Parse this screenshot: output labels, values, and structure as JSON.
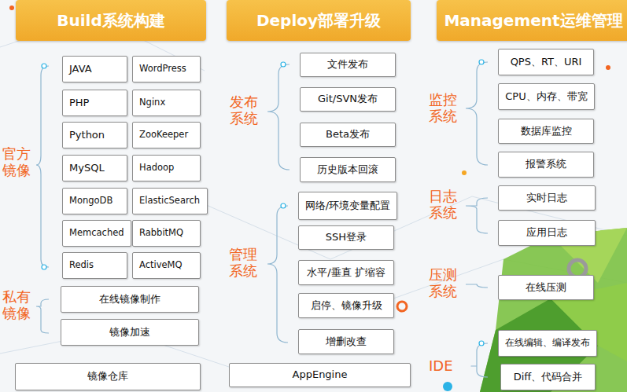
{
  "diagram": {
    "nodes": [
      {
        "text": [
          "Build系统构建"
        ]
      },
      {
        "text": [
          "Deploy部署升级"
        ]
      },
      {
        "text": [
          "Management运维管理"
        ]
      },
      {
        "text": [
          "JAVA"
        ]
      },
      {
        "text": [
          "WordPress"
        ]
      },
      {
        "text": [
          "PHP"
        ]
      },
      {
        "text": [
          "Nginx"
        ]
      },
      {
        "text": [
          "Python"
        ]
      },
      {
        "text": [
          "ZooKeeper"
        ]
      },
      {
        "text": [
          "MySQL"
        ]
      },
      {
        "text": [
          "Hadoop"
        ]
      },
      {
        "text": [
          "MongoDB"
        ]
      },
      {
        "text": [
          "ElasticSearch"
        ]
      },
      {
        "text": [
          "Memcached"
        ]
      },
      {
        "text": [
          "RabbitMQ"
        ]
      },
      {
        "text": [
          "Redis"
        ]
      },
      {
        "text": [
          "ActiveMQ"
        ]
      },
      {
        "text": [
          "在线镜像制作"
        ]
      },
      {
        "text": [
          "镜像加速"
        ]
      },
      {
        "text": [
          "镜像仓库"
        ]
      },
      {
        "text": [
          "文件发布"
        ]
      },
      {
        "text": [
          "Git/SVN发布"
        ]
      },
      {
        "text": [
          "Beta发布"
        ]
      },
      {
        "text": [
          "历史版本回滚"
        ]
      },
      {
        "text": [
          "网络/环境变量配置"
        ]
      },
      {
        "text": [
          "SSH登录"
        ]
      },
      {
        "text": [
          "水平/垂直 扩缩容"
        ]
      },
      {
        "text": [
          "启停、镜像升级"
        ]
      },
      {
        "text": [
          "增删改查"
        ]
      },
      {
        "text": [
          "AppEngine"
        ]
      },
      {
        "text": [
          "QPS、RT、URI"
        ]
      },
      {
        "text": [
          "CPU、内存、带宽"
        ]
      },
      {
        "text": [
          "数据库监控"
        ]
      },
      {
        "text": [
          "报警系统"
        ]
      },
      {
        "text": [
          "实时日志"
        ]
      },
      {
        "text": [
          "应用日志"
        ]
      },
      {
        "text": [
          "在线压测"
        ]
      },
      {
        "text": [
          "在线编辑、编译发布"
        ]
      },
      {
        "text": [
          "Diff、代码合并"
        ]
      }
    ],
    "labels": [
      "官方镜像",
      "私有镜像",
      "发布系统",
      "管理系统",
      "监控系统",
      "日志系统",
      "压测系统",
      "IDE"
    ]
  }
}
